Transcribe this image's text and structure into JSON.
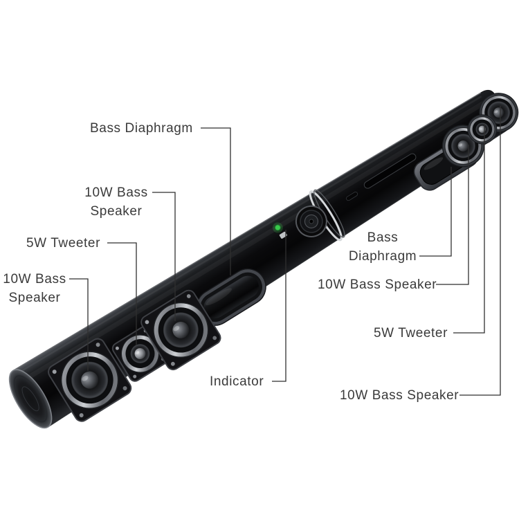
{
  "page": {
    "background": "#ffffff"
  },
  "colors": {
    "label_text": "#3a3a3a",
    "leader_line": "#2f2f2f",
    "soundbar_body": "#0a0a0c",
    "metal_silver": "#cdd0d4",
    "indicator_green": "#39c94c"
  },
  "labels": {
    "bass_diaphragm_left": "Bass Diaphragm",
    "bass_speaker_upper_left": "10W Bass\nSpeaker",
    "tweeter_left": "5W Tweeter",
    "bass_speaker_lower_left": "10W Bass\nSpeaker",
    "indicator": "Indicator",
    "bass_diaphragm_right": "Bass\nDiaphragm",
    "bass_speaker_upper_right": "10W Bass Speaker",
    "tweeter_right": "5W Tweeter",
    "bass_speaker_lower_right": "10W Bass Speaker"
  }
}
